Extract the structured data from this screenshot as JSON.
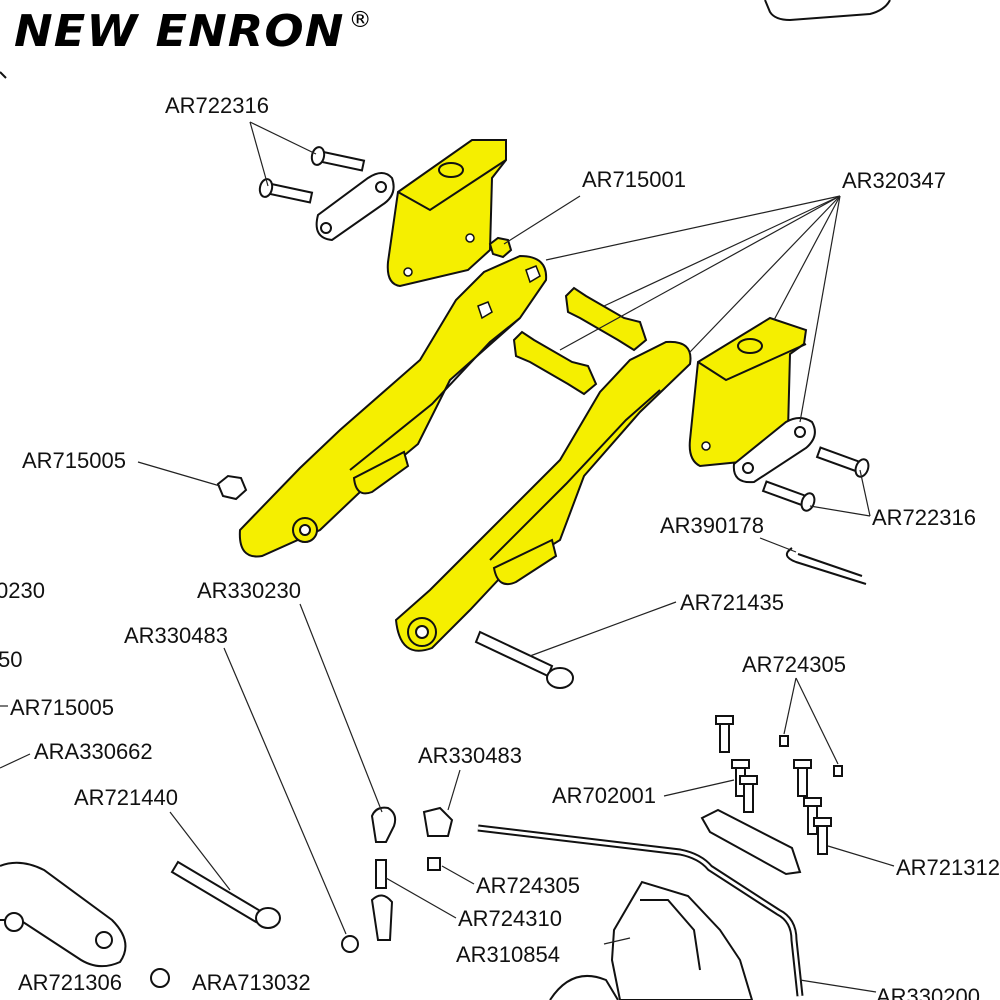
{
  "brand": {
    "name": "NEW ENRON",
    "mark": "®"
  },
  "colors": {
    "part_yellow": "#f5ef00",
    "outline": "#111111",
    "leader": "#222222"
  },
  "labels": [
    "AR722316",
    "AR715001",
    "AR320347",
    "AR715005",
    "AR722316",
    "AR390178",
    "AR330230",
    "0230",
    "AR721435",
    "AR330483",
    "50",
    "AR724305",
    "AR715005",
    "ARA330662",
    "AR330483",
    "AR702001",
    "AR721440",
    "AR721312",
    "AR724305",
    "AR724310",
    "AR310854",
    "AR721306",
    "ARA713032",
    "AR330200"
  ]
}
